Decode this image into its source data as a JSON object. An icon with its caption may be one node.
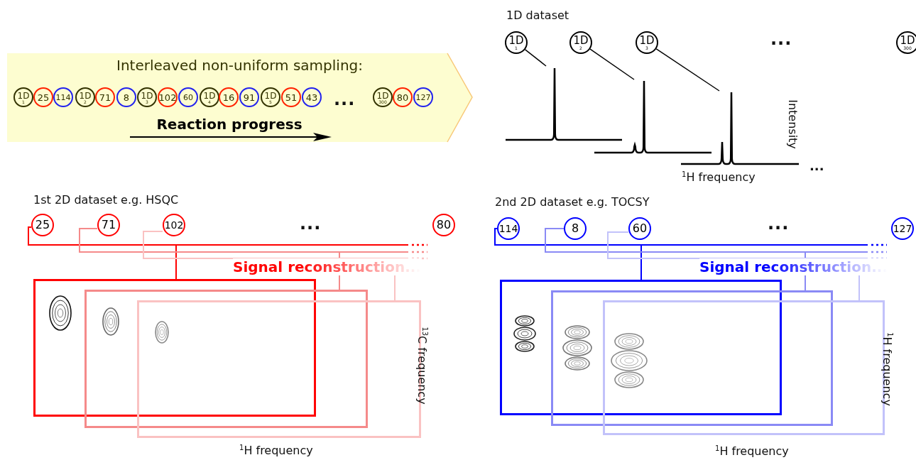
{
  "diagram": {
    "nodes": [
      {
        "text": [
          "Interleaved non-uniform sampling:",
          "Reaction progress"
        ]
      },
      {
        "text": [
          "1D$_{1}$"
        ],
        "in": 0
      },
      {
        "text": [
          "25"
        ],
        "in": 0
      },
      {
        "text": [
          "114"
        ],
        "in": 0
      },
      {
        "text": [
          "1D$_{2}$"
        ],
        "in": 0
      },
      {
        "text": [
          "71"
        ],
        "in": 0
      },
      {
        "text": [
          "8"
        ],
        "in": 0
      },
      {
        "text": [
          "1D$_{3}$"
        ],
        "in": 0
      },
      {
        "text": [
          "102"
        ],
        "in": 0
      },
      {
        "text": [
          "60"
        ],
        "in": 0
      },
      {
        "text": [
          "1D$_{4}$"
        ],
        "in": 0
      },
      {
        "text": [
          "16"
        ],
        "in": 0
      },
      {
        "text": [
          "91"
        ],
        "in": 0
      },
      {
        "text": [
          "1D$_{5}$"
        ],
        "in": 0
      },
      {
        "text": [
          "51"
        ],
        "in": 0
      },
      {
        "text": [
          "43"
        ],
        "in": 0
      },
      {
        "text": [
          "1D$_{300}$"
        ],
        "in": 0
      },
      {
        "text": [
          "80"
        ],
        "in": 0
      },
      {
        "text": [
          "127"
        ],
        "in": 0
      },
      {
        "text": [
          "1D$_{1}$"
        ]
      },
      {
        "text": [
          "1D$_{2}$"
        ]
      },
      {
        "text": [
          "1D$_{3}$"
        ]
      },
      {
        "text": [
          "1D$_{300}$"
        ]
      },
      {
        "text": [],
        "shape": "picture"
      },
      {
        "text": [],
        "shape": "picture"
      },
      {
        "text": [],
        "shape": "picture"
      },
      {
        "text": [
          "25"
        ]
      },
      {
        "text": [
          "71"
        ]
      },
      {
        "text": [
          "102"
        ]
      },
      {
        "text": [
          "80"
        ]
      },
      {
        "text": [],
        "shape": "box"
      },
      {
        "text": [],
        "shape": "box"
      },
      {
        "text": [],
        "shape": "box"
      },
      {
        "text": [
          "114"
        ]
      },
      {
        "text": [
          "8"
        ]
      },
      {
        "text": [
          "60"
        ]
      },
      {
        "text": [
          "127"
        ]
      },
      {
        "text": [],
        "shape": "box"
      },
      {
        "text": [],
        "shape": "box"
      },
      {
        "text": [],
        "shape": "box"
      }
    ],
    "edges": [
      {
        "from": 19,
        "to": 23,
        "arrow": "none"
      },
      {
        "from": 20,
        "to": 24,
        "arrow": "none"
      },
      {
        "from": 21,
        "to": 25,
        "arrow": "none"
      },
      {
        "from": 26,
        "to": 30,
        "arrow": "none",
        "color": "#ff0000"
      },
      {
        "from": 27,
        "to": 31,
        "arrow": "none",
        "color": "#f58a8a"
      },
      {
        "from": 28,
        "to": 32,
        "arrow": "none",
        "color": "#fac2c2"
      },
      {
        "from": 33,
        "to": 37,
        "arrow": "none",
        "color": "#0000ff"
      },
      {
        "from": 34,
        "to": 38,
        "arrow": "none",
        "color": "#8a8af5"
      },
      {
        "from": 35,
        "to": 39,
        "arrow": "none",
        "color": "#c2c2fa"
      }
    ],
    "labels": [
      "1D dataset",
      "...",
      "...",
      "Intensity",
      "...",
      "$^{1}$H frequency",
      "1st 2D dataset e.g. HSQC",
      "2nd 2D dataset e.g. TOCSY",
      "...",
      "...",
      "Signal reconstruction...",
      "Signal reconstruction...",
      "$^{13}$C frequency",
      "$^{1}$H frequency",
      "$^{1}$H frequency",
      "$^{1}$H frequency"
    ]
  }
}
